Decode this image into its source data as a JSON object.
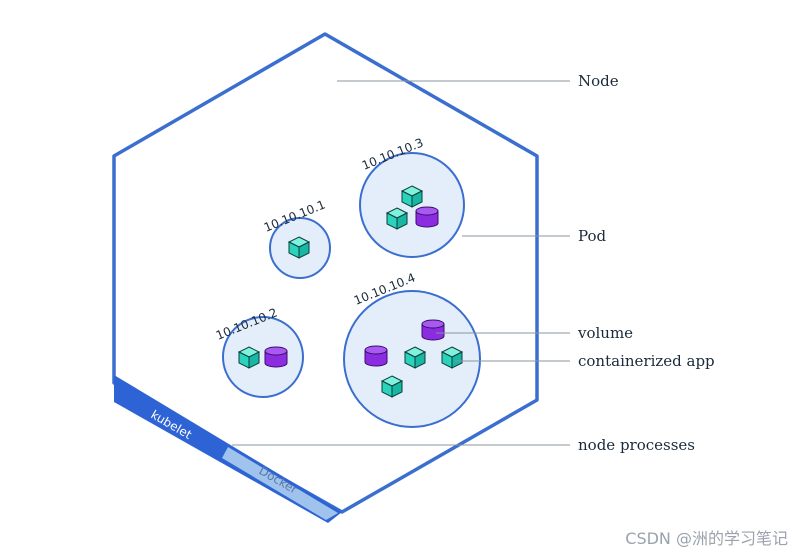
{
  "labels": {
    "node": "Node",
    "pod": "Pod",
    "volume": "volume",
    "containerized_app": "containerized app",
    "node_processes": "node processes"
  },
  "pods": [
    {
      "ip": "10.10.10.1"
    },
    {
      "ip": "10.10.10.2"
    },
    {
      "ip": "10.10.10.3"
    },
    {
      "ip": "10.10.10.4"
    }
  ],
  "processes": {
    "kubelet": "kubelet",
    "docker": "Docker"
  },
  "watermark": "CSDN @洲的学习笔记",
  "colors": {
    "hex_stroke": "#3a6fd0",
    "band_dark": "#2e63d6",
    "band_light": "#9fc3ec",
    "pod_fill": "#e4eefb",
    "pod_stroke": "#3a6fd0",
    "cube_top": "#7ff2df",
    "cube_left": "#2bd3bc",
    "cube_right": "#18b7a3",
    "cube_edge": "#0a3d3a",
    "volume_fill": "#8b2ce0",
    "volume_top": "#a85af0",
    "volume_edge": "#3a0c6b",
    "leader": "#8a949e"
  }
}
